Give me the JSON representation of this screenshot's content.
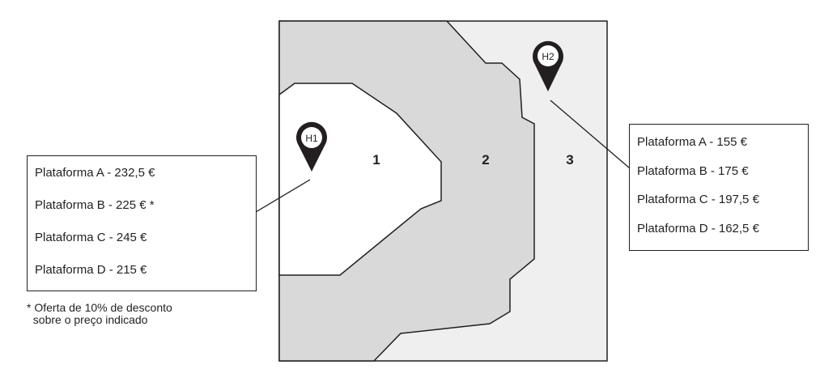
{
  "map": {
    "zones": [
      {
        "id": "zone-1",
        "label": "1",
        "color": "#ffffff"
      },
      {
        "id": "zone-2",
        "label": "2",
        "color": "#d9d9d9"
      },
      {
        "id": "zone-3",
        "label": "3",
        "color": "#efefef"
      }
    ],
    "markers": [
      {
        "id": "h1",
        "label": "H1"
      },
      {
        "id": "h2",
        "label": "H2"
      }
    ]
  },
  "h1_prices": {
    "rows": [
      "Plataforma A - 232,5 €",
      "Plataforma B - 225 € *",
      "Plataforma C - 245 €",
      "Plataforma D - 215 €"
    ],
    "footnote": "* Oferta de 10% de desconto\n  sobre o preço indicado"
  },
  "h2_prices": {
    "rows": [
      "Plataforma A - 155 €",
      "Plataforma B - 175 €",
      "Plataforma C - 197,5 €",
      "Plataforma D - 162,5 €"
    ]
  },
  "colors": {
    "stroke": "#231f20",
    "marker": "#231f20"
  }
}
